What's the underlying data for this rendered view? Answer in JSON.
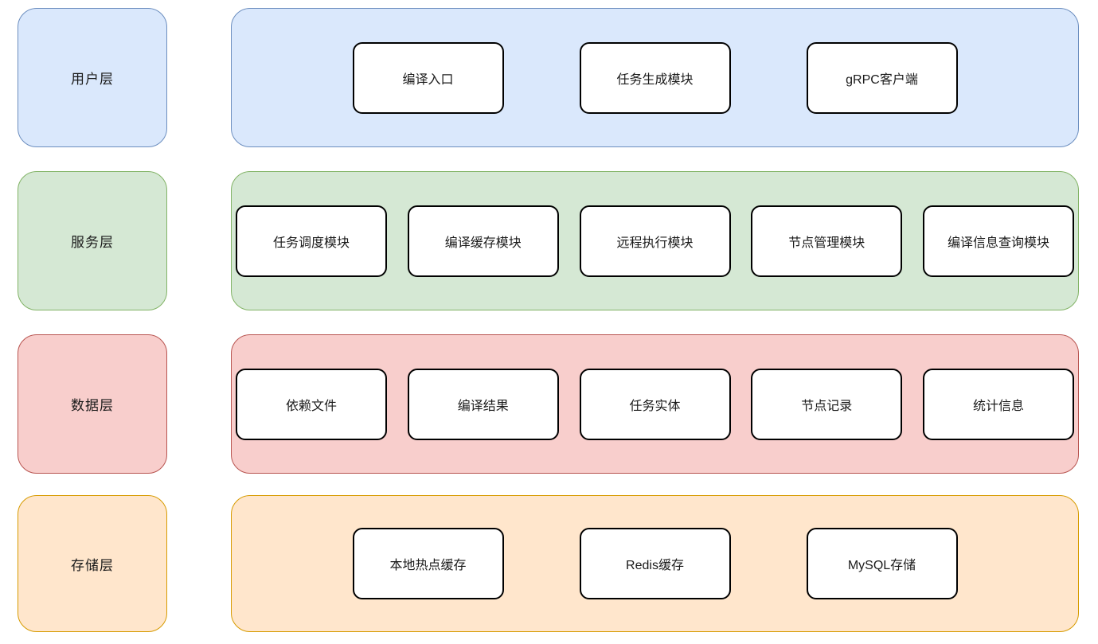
{
  "diagram": {
    "title": "layered-architecture-diagram",
    "node_style": {
      "fill": "#ffffff",
      "border": "#000000"
    },
    "layers": [
      {
        "label": "用户层",
        "fill": "#dae8fc",
        "border": "#6c8ebf",
        "nodes": [
          "编译入口",
          "任务生成模块",
          "gRPC客户端"
        ]
      },
      {
        "label": "服务层",
        "fill": "#d5e8d4",
        "border": "#82b366",
        "nodes": [
          "任务调度模块",
          "编译缓存模块",
          "远程执行模块",
          "节点管理模块",
          "编译信息查询模块"
        ]
      },
      {
        "label": "数据层",
        "fill": "#f8cecc",
        "border": "#b85450",
        "nodes": [
          "依赖文件",
          "编译结果",
          "任务实体",
          "节点记录",
          "统计信息"
        ]
      },
      {
        "label": "存储层",
        "fill": "#ffe6cc",
        "border": "#d79b00",
        "nodes": [
          "本地热点缓存",
          "Redis缓存",
          "MySQL存储"
        ]
      }
    ]
  }
}
